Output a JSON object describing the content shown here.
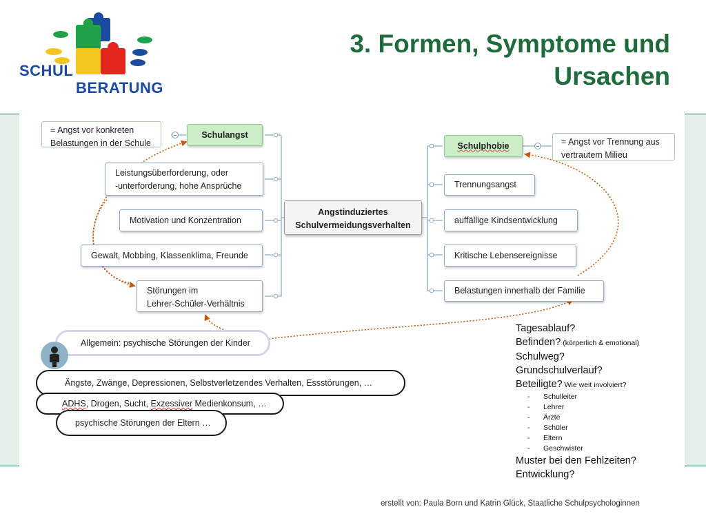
{
  "logo": {
    "line1": "SCHUL",
    "line2": "BERATUNG",
    "colors": {
      "blue": "#1a4b9e",
      "green": "#1fa24a",
      "red": "#e0261d",
      "yellow": "#f3c61f"
    }
  },
  "title": {
    "line1": "3. Formen, Symptome und",
    "line2": "Ursachen"
  },
  "center": {
    "line1": "Angstinduziertes",
    "line2": "Schulvermeidungsverhalten"
  },
  "left": {
    "note": {
      "line1": "= Angst vor konkreten",
      "line2": "Belastungen in der Schule"
    },
    "head": "Schulangst",
    "items": [
      {
        "line1": "Leistungsüberforderung, oder",
        "line2": "-unterforderung, hohe Ansprüche"
      },
      {
        "line1": "Motivation und Konzentration"
      },
      {
        "line1": "Gewalt, Mobbing, Klassenklima, Freunde"
      },
      {
        "line1": "Störungen im",
        "line2": "Lehrer-Schüler-Verhältnis"
      }
    ]
  },
  "right": {
    "note": {
      "line1": "= Angst vor Trennung aus",
      "line2": "vertrautem Milieu"
    },
    "head": "Schulphobie",
    "items": [
      "Trennungsangst",
      "auffällige Kindsentwicklung",
      "Kritische Lebensereignisse",
      "Belastungen innerhalb der Familie"
    ]
  },
  "general": "Allgemein: psychische Störungen der Kinder",
  "ovals": [
    "Ängste, Zwänge, Depressionen, Selbstverletzendes Verhalten, Essstörungen, …",
    {
      "p1": "ADHS",
      "p2": ", Drogen, Sucht, ",
      "p3": "Exzessiver",
      "p4": " Medienkonsum, …"
    },
    "psychische Störungen der Eltern …"
  ],
  "side": {
    "l1": "Tagesablauf?",
    "l2": "Befinden?",
    "l2small": " (körperlich & emotional)",
    "l3": "Schulweg?",
    "l4": "Grundschulverlauf?",
    "l5": "Beteiligte?",
    "l5small": " Wie weit involviert?",
    "list": [
      "Schulleiter",
      "Lehrer",
      "Ärzte",
      "Schüler",
      "Eltern",
      "Geschwister"
    ],
    "l6": "Muster bei den Fehlzeiten?",
    "l7": "Entwicklung?"
  },
  "footer": "erstellt von: Paula Born und Katrin Glück, Staatliche Schulpsychologinnen"
}
